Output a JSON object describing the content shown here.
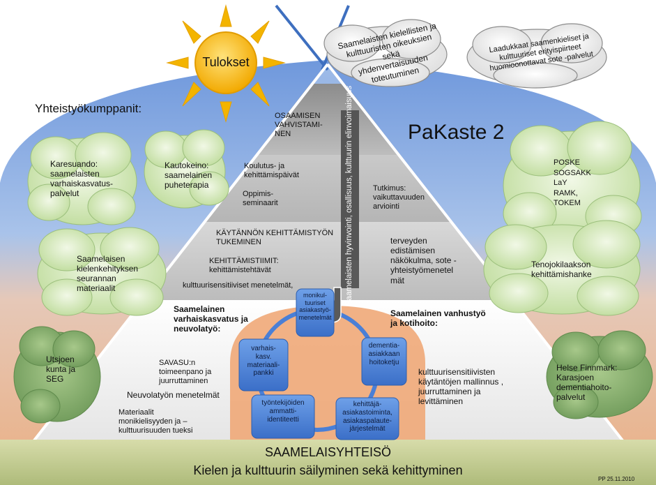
{
  "results_label": "Tulokset",
  "partners_heading": "Yhteistyökumppanit:",
  "project_title": "PaKaste 2",
  "vertical_banner": "Saamelaisten hyvinvointi, osallisuus, kulttuurin elinvoimaisuus",
  "goal_clouds": [
    "Saamelaisten kielellisten ja\nkulttuuristen oikeuksien sekä\nyhdenvertaisuuden toteutuminen",
    "Laadukkaat saamenkieliset ja\nkulttuuriset erityispiirteet\nhuomioonottavat sote -palvelut"
  ],
  "left_partners": [
    "Karesuando:\nsaamelaisten\nvarhaiskasvatus-\npalvelut",
    "Kautokeino:\nsaamelainen\npuheterapia",
    "Saamelaisen\nkielenkehityksen\nseurannan\nmateriaalit",
    "Utsjoen\nkunta ja\nSEG"
  ],
  "right_partners": [
    "POSKE\nSOGSAKK\nLaY\nRAMK,\nTOKEM",
    "Tenojokilaakson\nkehittämishanke",
    "Helse Finnmark:\nKarasjoen\ndementiahoito-\npalvelut"
  ],
  "tier1": {
    "title": "OSAAMISEN\nVAHVISTAMI-\nNEN",
    "training": "Koulutus- ja\nkehittämispäivät",
    "seminars": "Oppimis-\nseminaarit",
    "research": "Tutkimus:\nvaikuttavuuden\narviointi"
  },
  "tier2": {
    "title": "KÄYTÄNNÖN KEHITTÄMISTYÖN\nTUKEMINEN",
    "teams": "KEHITTÄMISTIIMIT:\nkehittämistehtävät",
    "methods": "kulttuurisensitiiviset menetelmät,",
    "health": "terveyden\nedistämisen\nnäkökulma, sote -\nyhteistyömenetel\nmät"
  },
  "bottom_left": {
    "heading": "Saamelainen\nvarhaiskasvatus ja\nneuvolatyö:",
    "savasu": "SAVASU:n\ntoimeenpano ja\njuurruttaminen",
    "neuvola": "Neuvolatyön menetelmät",
    "materials": "Materiaalit\nmonikielisyyden ja –\nkulttuurisuuden tueksi"
  },
  "bottom_right": {
    "heading": "Saamelainen vanhustyö\nja kotihoito:",
    "modeling": "kulttuurisensitiivisten\nkäytäntöjen mallinnus ,\njuurruttaminen ja\nlevittäminen"
  },
  "cycle_boxes": [
    "monikul-\ntuuriset\nasiakastyö-\nmenetelmät",
    "dementia-\nasiakkaan\nhoitoketju",
    "kehittäjä-\nasiakastoiminta,\nasiakaspalaute-\njärjestelmät",
    "työntekijöiden\nammatti-\nidentiteetti",
    "varhais-\nkasv.\nmateriaali-\npankki"
  ],
  "community_title": "SAAMELAISYHTEISÖ",
  "community_subtitle": "Kielen ja kulttuurin säilyminen sekä kehittyminen",
  "footer_note": "PP 25.11.2010",
  "colors": {
    "sky": "#8fb2e4",
    "band": "#e8c0a4",
    "ground": "#c6cf9a",
    "tree": "#c8e3a8",
    "pyramid_top": "#9a9a9a",
    "pyramid_mid": "#c4c4c4",
    "pyramid_base": "#f0f0f0",
    "box": "#4f86d9",
    "banner": "#595959",
    "sun": "#f3b400"
  }
}
